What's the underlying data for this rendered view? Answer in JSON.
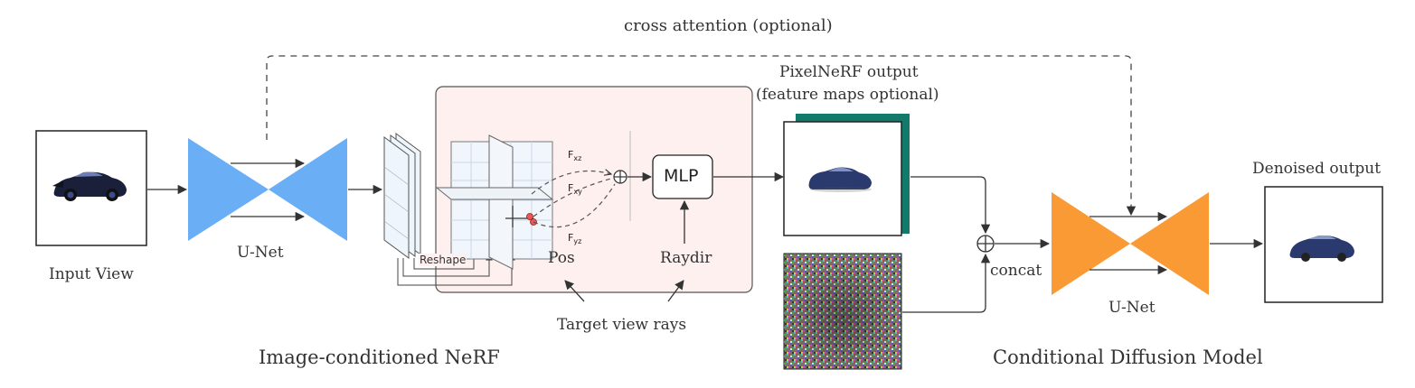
{
  "labels": {
    "cross_attention": "cross attention (optional)",
    "pixelnerf_output_line1": "PixelNeRF output",
    "pixelnerf_output_line2": "(feature maps optional)",
    "input_view": "Input View",
    "unet_encoder": "U-Net",
    "unet_diffusion": "U-Net",
    "denoised_output": "Denoised output",
    "reshape": "Reshape",
    "pos": "Pos",
    "raydir": "Raydir",
    "mlp": "MLP",
    "target_view_rays": "Target view rays",
    "concat": "concat",
    "image_conditioned_nerf": "Image-conditioned NeRF",
    "conditional_diffusion_model": "Conditional Diffusion Model",
    "f_xz": "F",
    "f_xz_sub": "xz",
    "f_xy": "F",
    "f_xy_sub": "xy",
    "f_yz": "F",
    "f_yz_sub": "yz"
  },
  "colors": {
    "unet_encoder": "#6aaef5",
    "unet_diffusion": "#f99a35",
    "nerf_panel_fill": "#fdf0ee",
    "feature_map_back": "#117a6a",
    "car_body": "#2b3a6e"
  }
}
